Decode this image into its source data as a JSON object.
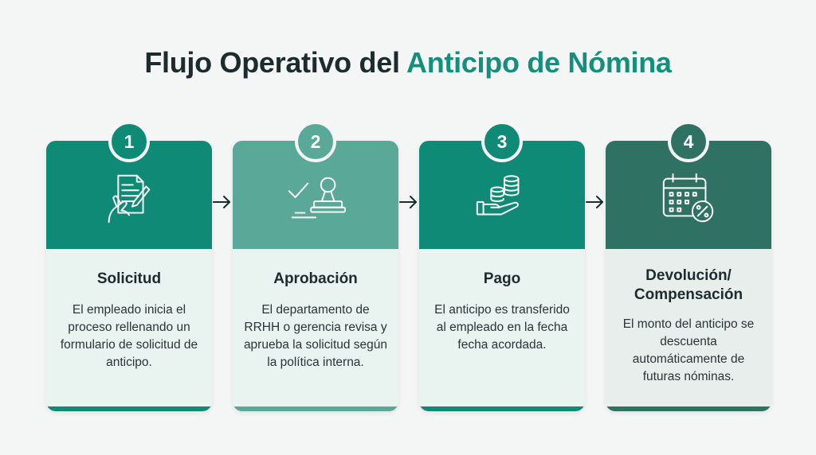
{
  "title": {
    "part1": "Flujo Operativo del ",
    "part2": "Anticipo de Nómina"
  },
  "colors": {
    "step1": "#0f8a76",
    "step2": "#5aa898",
    "step3": "#0f8a76",
    "step4": "#2f7264",
    "accent": "#148f7b"
  },
  "steps": [
    {
      "number": "1",
      "icon": "form-writing-icon",
      "title": "Solicitud",
      "description": "El empleado inicia el proceso rellenando un formulario de solicitud de anticipo."
    },
    {
      "number": "2",
      "icon": "approval-stamp-icon",
      "title": "Aprobación",
      "description": "El departamento de RRHH o gerencia revisa y aprueba la solicitud según la política interna."
    },
    {
      "number": "3",
      "icon": "hand-coins-icon",
      "title": "Pago",
      "description": "El anticipo es transferido al empleado en la fecha fecha acordada."
    },
    {
      "number": "4",
      "icon": "calendar-percent-icon",
      "title": "Devolución/ Compensación",
      "description": "El monto del anticipo se descuenta automáticamente de futuras nóminas."
    }
  ]
}
